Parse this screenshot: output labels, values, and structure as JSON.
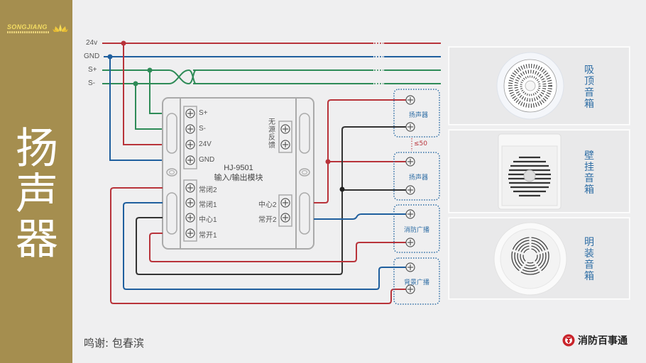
{
  "sidebar": {
    "logo_text": "SONGJIANG",
    "title": "扬声器",
    "background": "#a58e4f"
  },
  "bus": {
    "lines": [
      {
        "label": "24v",
        "color": "#b8333a"
      },
      {
        "label": "GND",
        "color": "#1f5f9e"
      },
      {
        "label": "S+",
        "color": "#2e8b57"
      },
      {
        "label": "S-",
        "color": "#2e8b57"
      }
    ]
  },
  "module": {
    "model": "HJ-9501",
    "name": "输入/输出模块",
    "left_top_terminals": [
      "S+",
      "S-",
      "24V",
      "GND"
    ],
    "left_bottom_terminals": [
      "常闭2",
      "常闭1",
      "中心1",
      "常开1"
    ],
    "right_top_label": "无源反馈",
    "right_bottom_terminals": [
      "中心2",
      "常开2"
    ]
  },
  "output_boxes": [
    {
      "label": "扬声器"
    },
    {
      "label": "扬声器"
    },
    {
      "label": "消防广播"
    },
    {
      "label": "背景广播"
    }
  ],
  "distance_note": "≤50",
  "speakers": [
    {
      "name": "吸顶音箱",
      "type": "ceiling-speaker"
    },
    {
      "name": "壁挂音箱",
      "type": "wall-speaker"
    },
    {
      "name": "明装音箱",
      "type": "surface-speaker"
    }
  ],
  "colors": {
    "red": "#b8333a",
    "blue": "#1f5f9e",
    "green": "#2e8b57",
    "black": "#333333",
    "box_border": "#2f6ea5"
  },
  "footer": {
    "credit": "鸣谢: 包春滨",
    "brand": "消防百事通"
  }
}
